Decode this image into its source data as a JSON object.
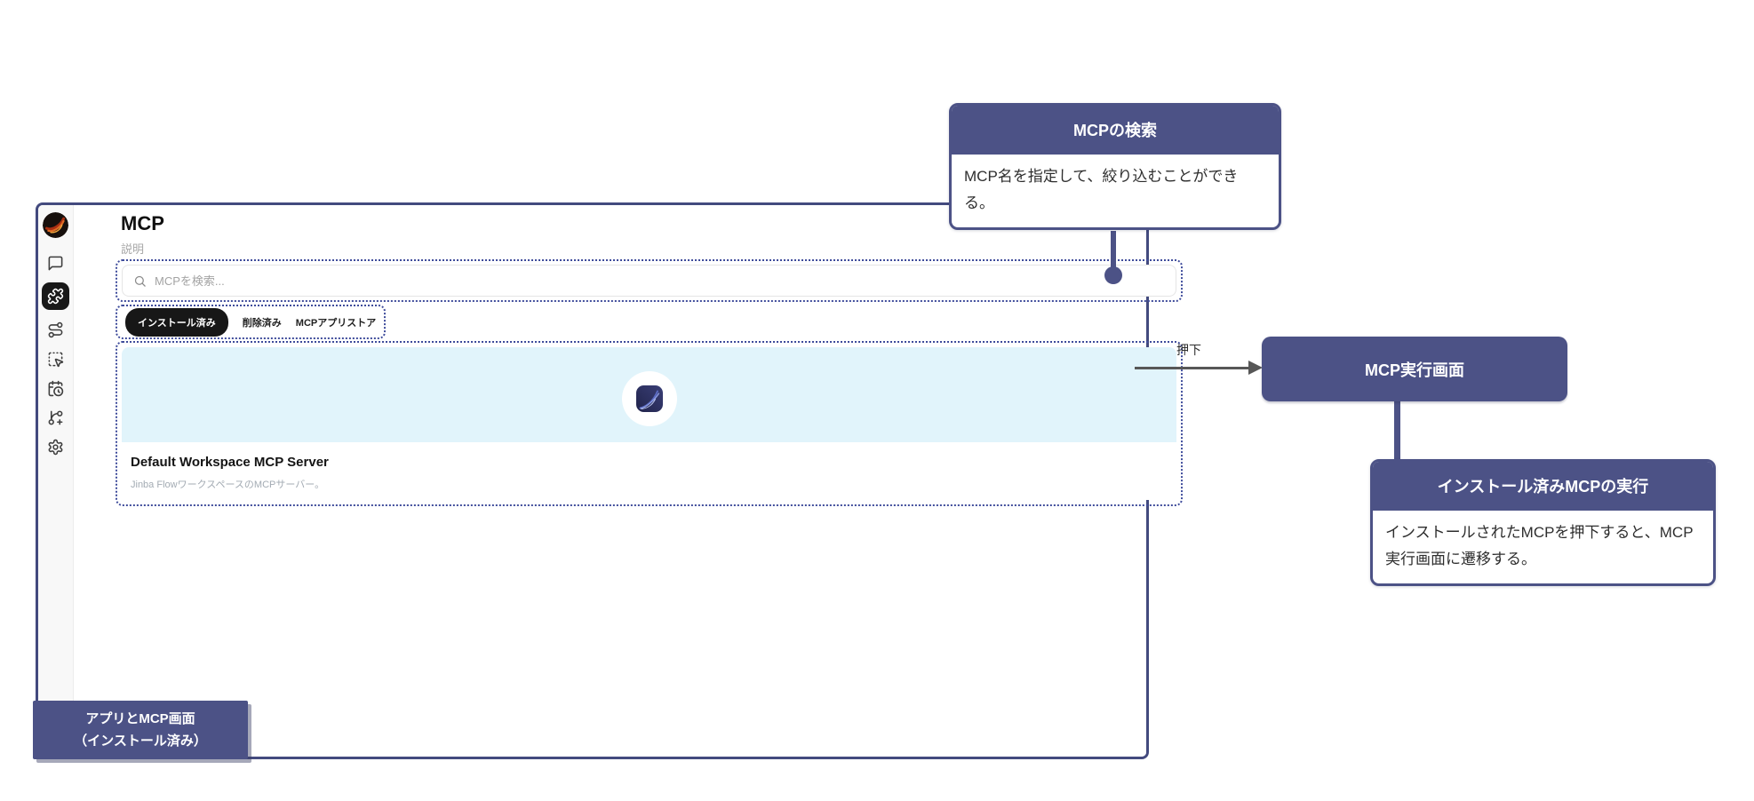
{
  "app": {
    "header": {
      "title": "MCP",
      "subtitle": "説明"
    },
    "sidebar": {
      "icons": [
        "workspace-logo",
        "chat",
        "mcp-puzzle (active)",
        "route",
        "select-area",
        "calendar-clock",
        "branch-plus",
        "settings"
      ]
    },
    "search": {
      "placeholder": "MCPを検索..."
    },
    "tabs": [
      {
        "label": "インストール済み",
        "active": true
      },
      {
        "label": "削除済み",
        "active": false
      },
      {
        "label": "MCPアプリストア",
        "active": false
      }
    ],
    "card": {
      "title": "Default Workspace MCP Server",
      "description": "Jinba FlowワークスペースのMCPサーバー。"
    }
  },
  "annotations": {
    "search_callout": {
      "title": "MCPの検索",
      "body": "MCP名を指定して、絞り込むことができる。"
    },
    "press_label": "押下",
    "exec_label": "MCP実行画面",
    "run_callout": {
      "title": "インストール済みMCPの実行",
      "body": "インストールされたMCPを押下すると、MCP実行画面に遷移する。"
    },
    "screen_label": {
      "line1": "アプリとMCP画面",
      "line2": "（インストール済み）"
    }
  },
  "colors": {
    "annotation_navy": "#4c5286",
    "dotted_highlight": "#3f4c9b",
    "window_border": "#434a7e",
    "card_banner_blue": "#e1f4fb",
    "active_tab_bg": "#171717",
    "arrow_gray": "#575757"
  }
}
